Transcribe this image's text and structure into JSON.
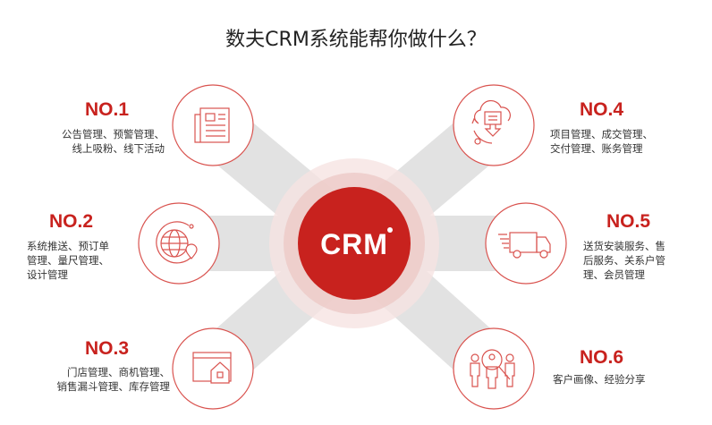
{
  "title": "数夫CRM系统能帮你做什么？",
  "center_label": "CRM",
  "colors": {
    "accent": "#c8221e",
    "beam": "#e2e2e2"
  },
  "items": [
    {
      "no": "NO.1",
      "lines": [
        "公告管理、预警管理、",
        "线上吸粉、线下活动"
      ],
      "icon": "newspaper-icon"
    },
    {
      "no": "NO.2",
      "lines": [
        "系统推送、预订单",
        "管理、量尺管理、",
        "设计管理"
      ],
      "icon": "globe-location-icon"
    },
    {
      "no": "NO.3",
      "lines": [
        "门店管理、商机管理、",
        "销售漏斗管理、库存管理"
      ],
      "icon": "store-icon"
    },
    {
      "no": "NO.4",
      "lines": [
        "项目管理、成交管理、",
        "交付管理、账务管理"
      ],
      "icon": "cloud-sync-icon"
    },
    {
      "no": "NO.5",
      "lines": [
        "送货安装服务、售",
        "后服务、关系户管",
        "理、会员管理"
      ],
      "icon": "delivery-truck-icon"
    },
    {
      "no": "NO.6",
      "lines": [
        "客户画像、经验分享"
      ],
      "icon": "customer-search-icon"
    }
  ]
}
